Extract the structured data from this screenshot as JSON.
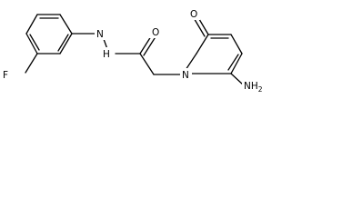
{
  "molecule": {
    "atoms": {
      "fluorine": "F",
      "amide_nitrogen": "N",
      "amide_hydrogen": "H",
      "carbonyl_oxygen_amide": "O",
      "ring_nitrogen": "N",
      "ring_carbonyl_oxygen": "O",
      "amino_group": "NH",
      "amino_subscript": "2"
    },
    "colors": {
      "bond": "#000000",
      "label": "#000000",
      "background": "#ffffff"
    }
  }
}
